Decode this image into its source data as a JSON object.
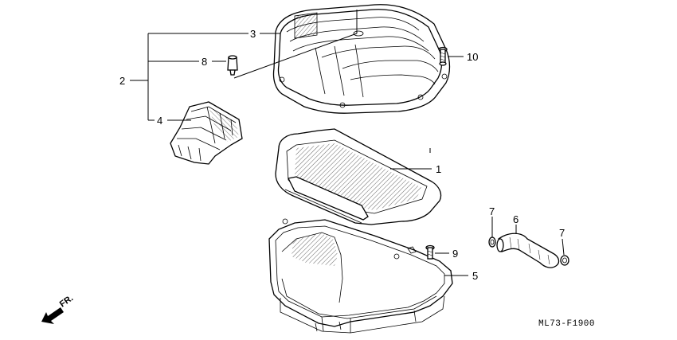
{
  "callouts": {
    "c1": "1",
    "c2": "2",
    "c3": "3",
    "c4": "4",
    "c5": "5",
    "c6": "6",
    "c7a": "7",
    "c7b": "7",
    "c8": "8",
    "c9": "9",
    "c10": "10"
  },
  "direction_label": "FR.",
  "diagram_code": "ML73-F1900"
}
